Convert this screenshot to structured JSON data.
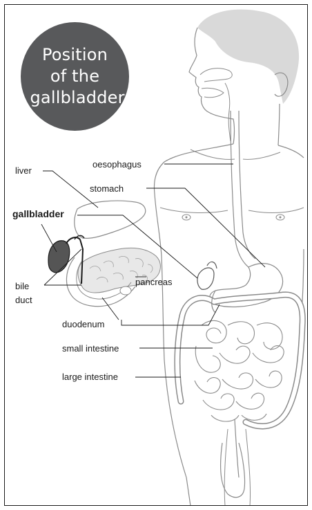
{
  "title": "Position\nof the\ngallbladder",
  "labels": {
    "liver": "liver",
    "gallbladder": "gallbladder",
    "bile_duct": "bile\nduct",
    "oesophagus": "oesophagus",
    "stomach": "stomach",
    "pancreas": "pancreas",
    "duodenum": "duodenum",
    "small_intestine": "small intestine",
    "large_intestine": "large intestine"
  },
  "colors": {
    "outline": "#8a8a8a",
    "hair": "#d9d9d9",
    "badge": "#58595b",
    "gallbladder_fill": "#555555",
    "pancreas_fill": "#e8e8e8",
    "leader": "#1a1a1a"
  }
}
